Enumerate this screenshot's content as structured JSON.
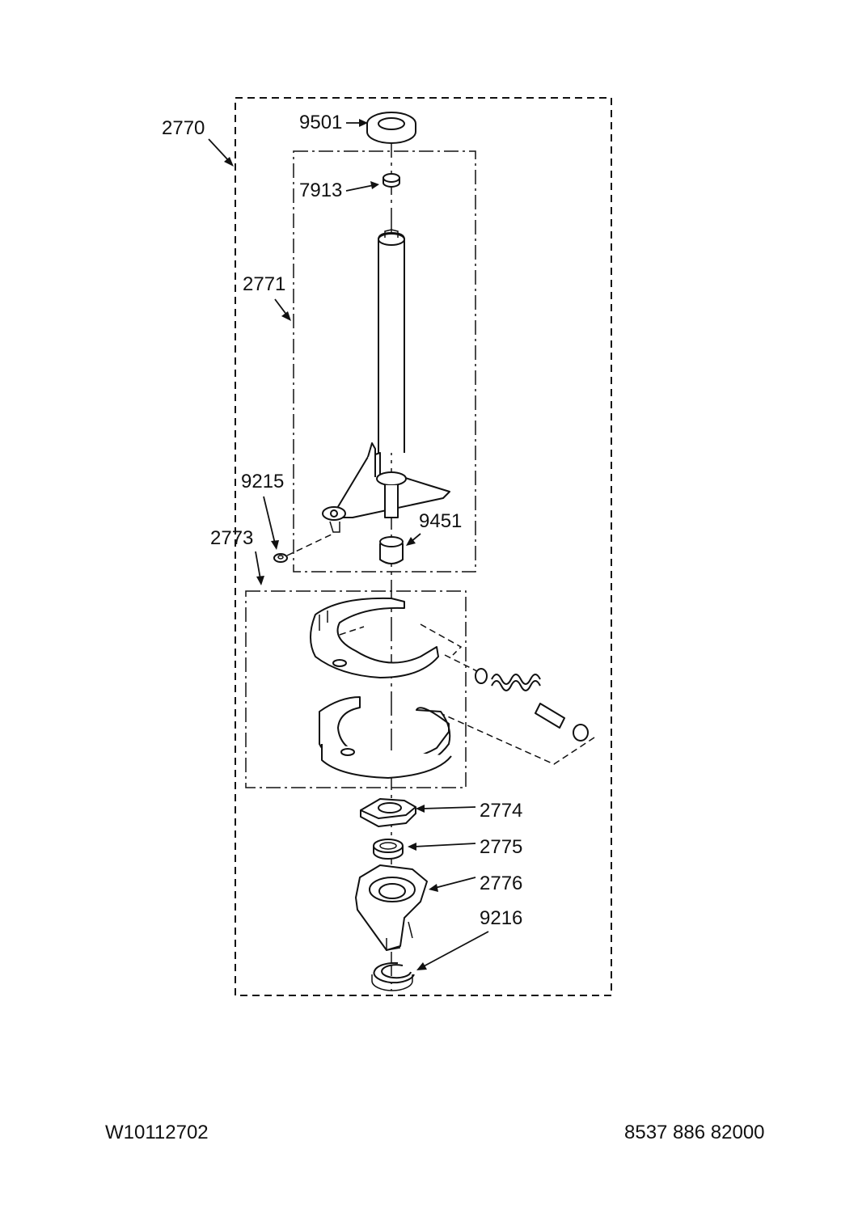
{
  "diagram": {
    "assembly_labels": [
      "2770",
      "2771",
      "2773"
    ],
    "part_labels": [
      "9501",
      "7913",
      "9215",
      "9451",
      "2774",
      "2775",
      "2776",
      "9216"
    ]
  },
  "labels": {
    "l2770": "2770",
    "l9501": "9501",
    "l7913": "7913",
    "l2771": "2771",
    "l9215": "9215",
    "l2773": "2773",
    "l9451": "9451",
    "l2774": "2774",
    "l2775": "2775",
    "l2776": "2776",
    "l9216": "9216"
  },
  "footer": {
    "left": "W10112702",
    "right": "8537 886 82000"
  }
}
